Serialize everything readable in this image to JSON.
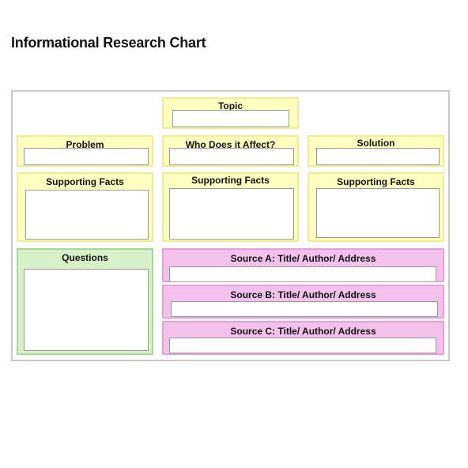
{
  "page": {
    "title": "Informational Research Chart"
  },
  "chart": {
    "topic_label": "Topic",
    "problem_label": "Problem",
    "who_label": "Who Does it Affect?",
    "solution_label": "Solution",
    "facts_left_label": "Supporting Facts",
    "facts_mid_label": "Supporting Facts",
    "facts_right_label": "Supporting Facts",
    "questions_label": "Questions",
    "source_a_label": "Source A: Title/ Author/ Address",
    "source_b_label": "Source B: Title/ Author/ Address",
    "source_c_label": "Source C: Title/ Author/ Address"
  },
  "colors": {
    "yellow_fill": "#ffffc0",
    "green_fill": "#d8f0c8",
    "pink_fill": "#f4c0ec"
  }
}
